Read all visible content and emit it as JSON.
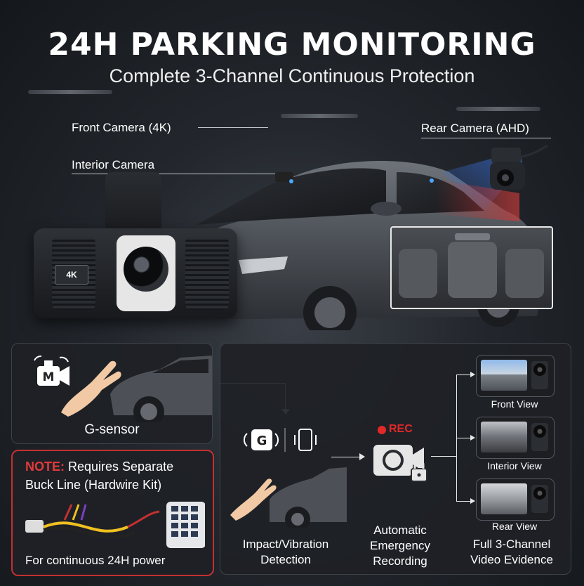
{
  "header": {
    "title": "24H PARKING MONITORING",
    "subtitle": "Complete 3-Channel Continuous Protection"
  },
  "cameras": {
    "front": "Front Camera (4K)",
    "interior": "Interior Camera",
    "rear": "Rear Camera (AHD)"
  },
  "device": {
    "badge": "4K"
  },
  "gsensor": {
    "icon_letter": "M",
    "label": "G-sensor"
  },
  "note": {
    "prefix": "NOTE:",
    "line1_rest": " Requires Separate",
    "line2": "Buck Line (Hardwire Kit)",
    "footer": "For continuous 24H power"
  },
  "flow": {
    "g_letter": "G",
    "impact_label_line1": "Impact/Vibration",
    "impact_label_line2": "Detection",
    "rec_badge": "REC",
    "recording_line1": "Automatic",
    "recording_line2": "Emergency",
    "recording_line3": "Recording",
    "views": [
      "Front View",
      "Interior View",
      "Rear View"
    ],
    "evidence_line1": "Full 3-Channel",
    "evidence_line2": "Video Evidence"
  },
  "colors": {
    "note_red": "#e23a3a",
    "rec_red": "#e42828",
    "rear_beam": "#3a6fd8",
    "rear_glow": "#c73a3a"
  }
}
